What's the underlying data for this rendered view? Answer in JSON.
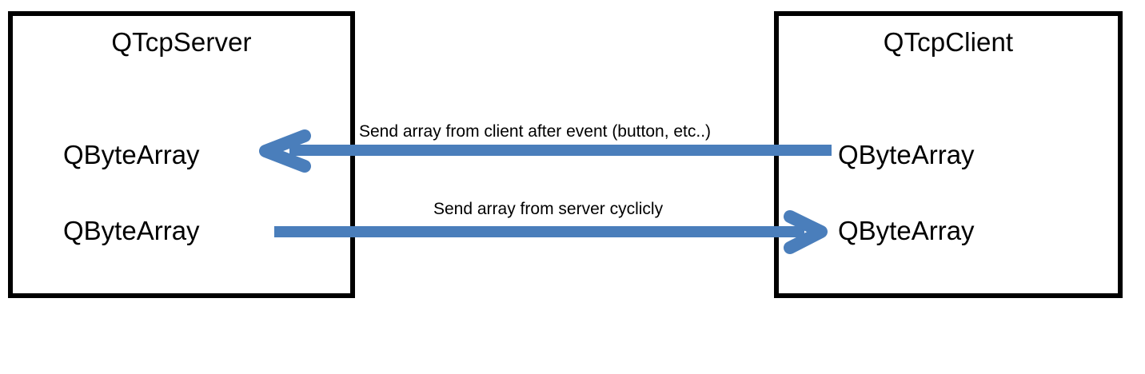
{
  "diagram": {
    "title_text": "",
    "accent_color": "#4a7ebb",
    "border_color": "#000000",
    "background_color": "#ffffff",
    "nodes": [
      {
        "id": "server",
        "title": "QTcpServer",
        "payloads": [
          "QByteArray",
          "QByteArray"
        ]
      },
      {
        "id": "client",
        "title": "QTcpClient",
        "payloads": [
          "QByteArray",
          "QByteArray"
        ]
      }
    ],
    "flows": [
      {
        "id": "client-to-server",
        "label": "Send array from client after event (button, etc..)",
        "direction": "right-to-left",
        "from": "client",
        "to": "server"
      },
      {
        "id": "server-to-client",
        "label": "Send array from server cyclicly",
        "direction": "left-to-right",
        "from": "server",
        "to": "client"
      }
    ]
  }
}
